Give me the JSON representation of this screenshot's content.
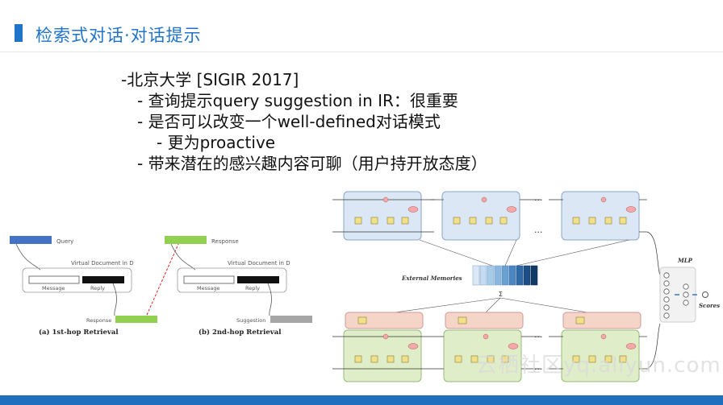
{
  "slide": {
    "title": "检索式对话·对话提示",
    "bullets": [
      "-北京大学 [SIGIR 2017]",
      "- 查询提示query suggestion in IR：很重要",
      "- 是否可以改变一个well-defined对话模式",
      "- 更为proactive",
      "- 带来潜在的感兴趣内容可聊（用户持开放态度）"
    ]
  },
  "retrieval_diagram": {
    "query_label": "Query",
    "virtual_doc_label": "Virtual Document in D",
    "message_label": "Message",
    "reply_label": "Reply",
    "response_label": "Response",
    "suggestion_label": "Suggestion",
    "caption_a": "(a) 1st-hop Retrieval",
    "caption_b": "(b) 2nd-hop Retrieval",
    "colors": {
      "query": "#4472c4",
      "response": "#92d050",
      "suggestion": "#a6a6a6",
      "dark": "#111111",
      "arrow": "#e02020"
    }
  },
  "model_diagram": {
    "external_memories": "External Memories",
    "sigma": "Σ",
    "mlp": "MLP",
    "scores": "Scores",
    "ellipsis": "···",
    "top_colors": {
      "fill": "#dbe7f5",
      "stroke": "#8aa7c7"
    },
    "bottom_colors": {
      "fill": "#dfeec9",
      "stroke": "#9ab97a",
      "attn": "#f5d5c8"
    }
  },
  "watermark": "云栖社区yq.aliyun.com"
}
